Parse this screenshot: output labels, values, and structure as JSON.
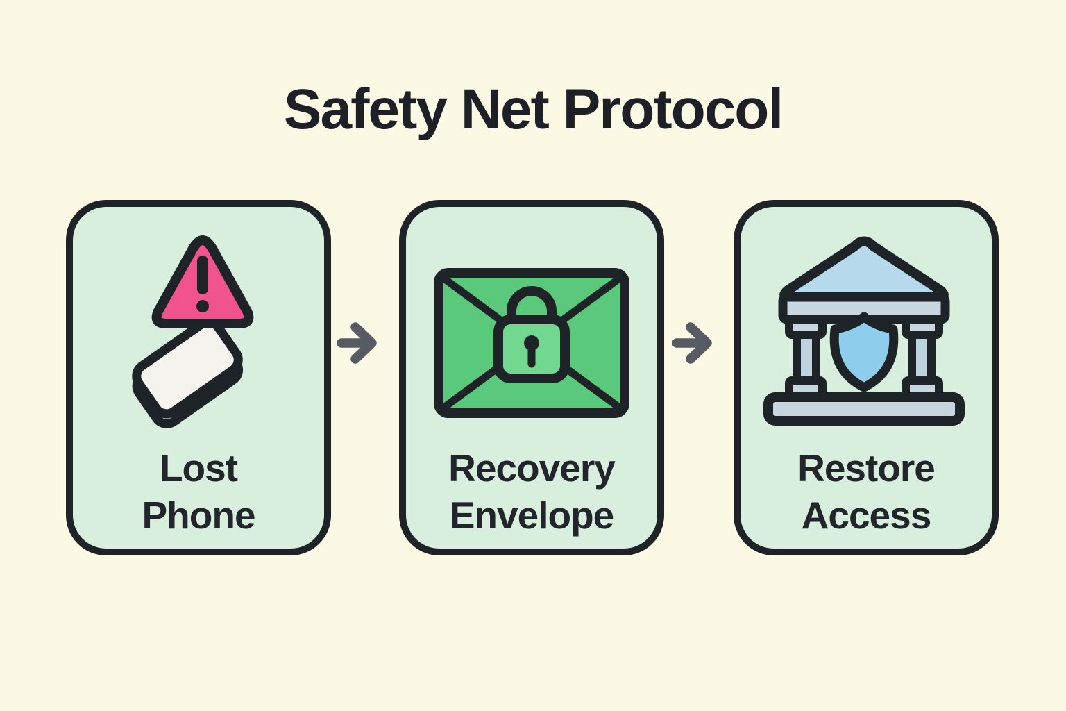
{
  "diagram": {
    "title": "Safety Net Protocol",
    "steps": [
      {
        "id": "lost-phone",
        "icon": "phone-alert-icon",
        "label_line1": "Lost",
        "label_line2": "Phone"
      },
      {
        "id": "recovery-envelope",
        "icon": "locked-envelope-icon",
        "label_line1": "Recovery",
        "label_line2": "Envelope"
      },
      {
        "id": "restore-access",
        "icon": "bank-shield-icon",
        "label_line1": "Restore",
        "label_line2": "Access"
      }
    ],
    "arrows": [
      {
        "id": "arrow-1",
        "direction": "right"
      },
      {
        "id": "arrow-2",
        "direction": "right"
      }
    ],
    "colors": {
      "background": "#fbf8e3",
      "card_fill": "#d8efdd",
      "outline": "#1e2328",
      "title_text": "#1d2127",
      "label_text": "#22262c",
      "alert_pink": "#f0538e",
      "phone_face": "#f4f3ee",
      "phone_side": "#a9bfce",
      "envelope_green": "#5bc97c",
      "lock_green": "#72d78f",
      "roof_blue": "#b6d9ec",
      "stone_blue": "#c7d6df",
      "column_blue": "#bfd3de",
      "shield_blue": "#8fcdec",
      "arrow_gray": "#575c64"
    }
  }
}
